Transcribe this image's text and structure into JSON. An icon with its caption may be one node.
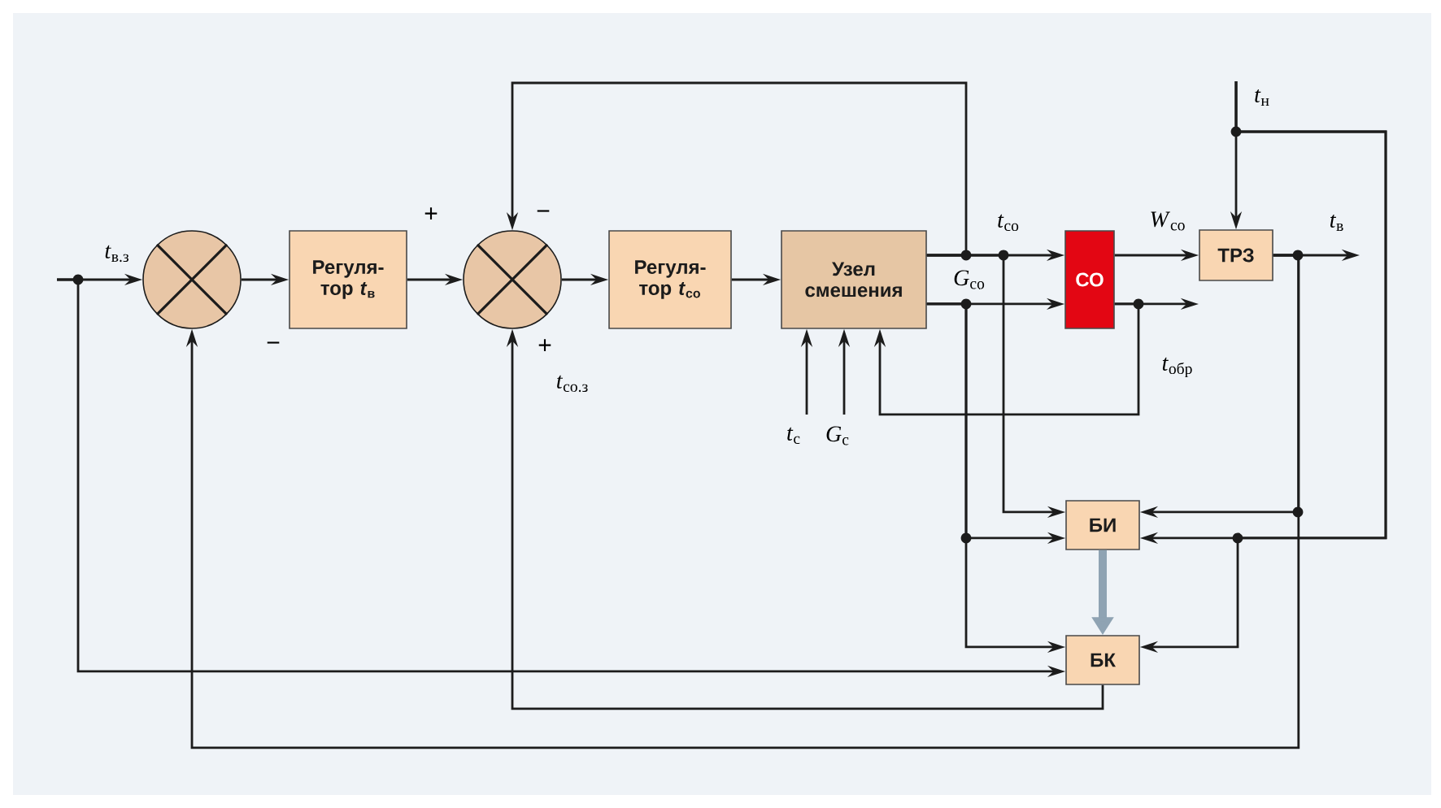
{
  "diagram": {
    "nodes": [
      {
        "text": [],
        "shape": "circle"
      },
      {
        "text": [
          "Регуля- тор *t*$_{в}$"
        ]
      },
      {
        "text": [],
        "shape": "circle"
      },
      {
        "text": [
          "Регуля- тор *t*$_{со}$"
        ]
      },
      {
        "text": [
          "Узел смешения"
        ]
      },
      {
        "text": [
          "СО"
        ]
      },
      {
        "text": [
          "ТРЗ"
        ]
      },
      {
        "text": [
          "БИ"
        ]
      },
      {
        "text": [
          "БК"
        ]
      }
    ],
    "edges": [
      {
        "from": null,
        "to": 0,
        "arrow": "to",
        "label": "*t*$_{в.з}$"
      },
      {
        "from": 0,
        "to": 1,
        "arrow": "to"
      },
      {
        "from": 1,
        "to": 2,
        "arrow": "to"
      },
      {
        "from": 2,
        "to": 3,
        "arrow": "to"
      },
      {
        "from": 3,
        "to": 4,
        "arrow": "to"
      },
      {
        "from": 4,
        "to": 5,
        "arrow": "to",
        "label": "*t*$_{со}$"
      },
      {
        "from": 4,
        "to": 5,
        "arrow": "to",
        "label": "*G*$_{со}$"
      },
      {
        "from": 5,
        "to": 6,
        "arrow": "to",
        "label": "*W*$_{со}$"
      },
      {
        "from": null,
        "to": 6,
        "arrow": "to",
        "label": "*t*$_{н}$"
      },
      {
        "from": 6,
        "to": null,
        "arrow": "to",
        "label": "*t*$_{в}$"
      },
      {
        "from": 5,
        "to": null,
        "arrow": "to"
      },
      {
        "from": 5,
        "to": 4,
        "arrow": "to",
        "label": "*t*$_{обр}$"
      },
      {
        "from": null,
        "to": 4,
        "arrow": "to",
        "label": "*t*$_{с}$"
      },
      {
        "from": null,
        "to": 4,
        "arrow": "to",
        "label": "*G*$_{с}$"
      },
      {
        "from": 4,
        "to": 2,
        "arrow": "to"
      },
      {
        "from": 4,
        "to": 7,
        "arrow": "to"
      },
      {
        "from": 4,
        "to": 7,
        "arrow": "to"
      },
      {
        "from": 4,
        "to": 8,
        "arrow": "to"
      },
      {
        "from": 6,
        "to": 7,
        "arrow": "to"
      },
      {
        "from": 6,
        "to": 0,
        "arrow": "to"
      },
      {
        "from": null,
        "to": 7,
        "arrow": "to"
      },
      {
        "from": null,
        "to": 8,
        "arrow": "to"
      },
      {
        "from": null,
        "to": 8,
        "arrow": "to"
      },
      {
        "from": 8,
        "to": 2,
        "arrow": "to",
        "label": "*t*$_{со.з}$"
      },
      {
        "from": 7,
        "to": 8,
        "arrow": "to",
        "style": "thick",
        "color": "#8fa3b3"
      }
    ],
    "labels": [
      "+",
      "−",
      "−",
      "+"
    ]
  }
}
